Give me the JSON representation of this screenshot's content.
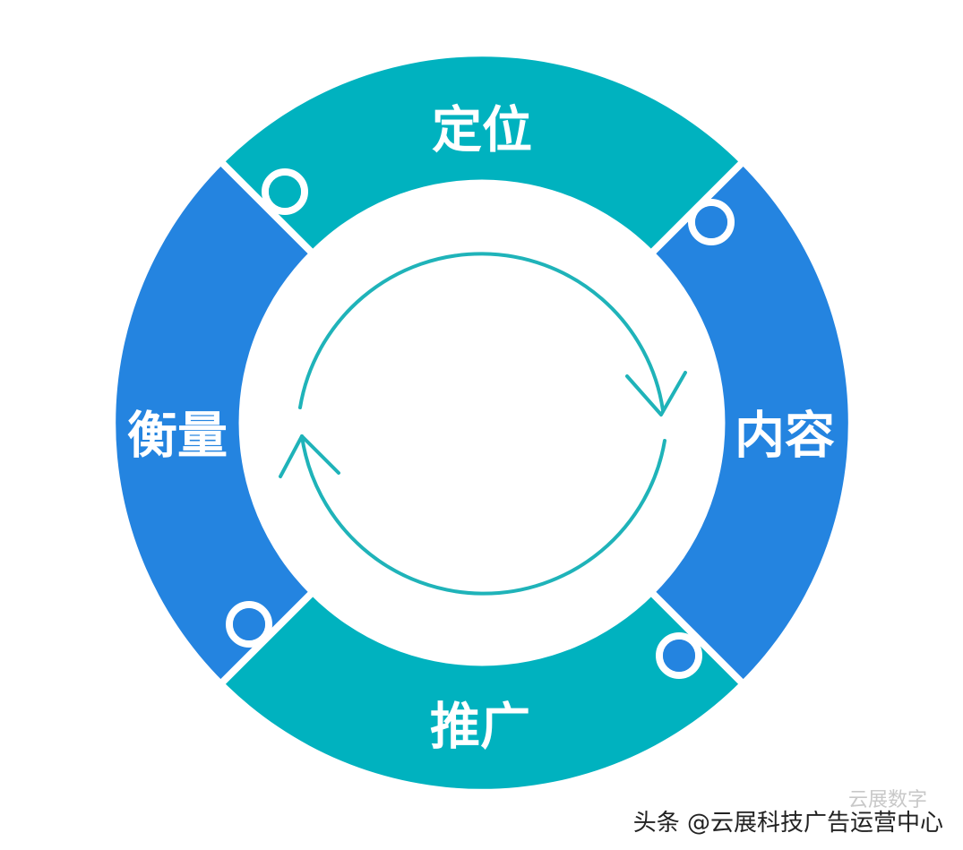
{
  "diagram": {
    "segments": {
      "top": {
        "label": "定位",
        "color": "#00b2bf"
      },
      "right": {
        "label": "内容",
        "color": "#2484e0"
      },
      "bottom": {
        "label": "推广",
        "color": "#00b2bf"
      },
      "left": {
        "label": "衡量",
        "color": "#2484e0"
      }
    },
    "cycle_arrow_color": "#1fb3b9"
  },
  "watermark": {
    "ghost_text": "云展数字",
    "text": "头条 @云展科技广告运营中心"
  }
}
